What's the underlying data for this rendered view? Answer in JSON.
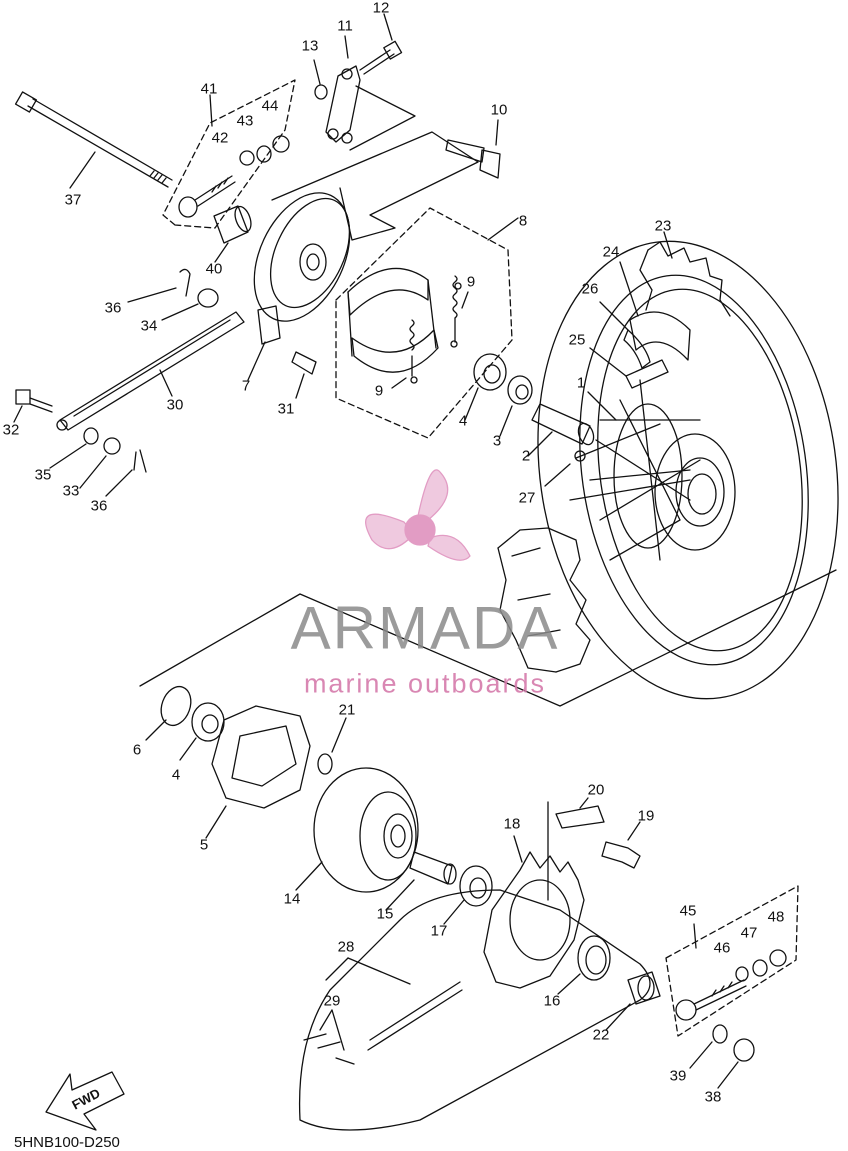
{
  "diagram": {
    "watermark": {
      "title": "ARMADA",
      "subtitle": "marine outboards",
      "logo_icon": "propeller-logo-icon",
      "logo_color": "#e29cc4"
    },
    "fwd_label": "FWD",
    "diagram_code": "5HNB100-D250",
    "callouts": [
      {
        "id": "c1",
        "text": "1"
      },
      {
        "id": "c2",
        "text": "2"
      },
      {
        "id": "c3",
        "text": "3"
      },
      {
        "id": "c4a",
        "text": "4"
      },
      {
        "id": "c4b",
        "text": "4"
      },
      {
        "id": "c5",
        "text": "5"
      },
      {
        "id": "c6",
        "text": "6"
      },
      {
        "id": "c7",
        "text": "7"
      },
      {
        "id": "c8",
        "text": "8"
      },
      {
        "id": "c9a",
        "text": "9"
      },
      {
        "id": "c9b",
        "text": "9"
      },
      {
        "id": "c10",
        "text": "10"
      },
      {
        "id": "c11",
        "text": "11"
      },
      {
        "id": "c12",
        "text": "12"
      },
      {
        "id": "c13",
        "text": "13"
      },
      {
        "id": "c14",
        "text": "14"
      },
      {
        "id": "c15",
        "text": "15"
      },
      {
        "id": "c16",
        "text": "16"
      },
      {
        "id": "c17",
        "text": "17"
      },
      {
        "id": "c18",
        "text": "18"
      },
      {
        "id": "c19",
        "text": "19"
      },
      {
        "id": "c20",
        "text": "20"
      },
      {
        "id": "c21",
        "text": "21"
      },
      {
        "id": "c22",
        "text": "22"
      },
      {
        "id": "c23",
        "text": "23"
      },
      {
        "id": "c24",
        "text": "24"
      },
      {
        "id": "c25",
        "text": "25"
      },
      {
        "id": "c26",
        "text": "26"
      },
      {
        "id": "c27",
        "text": "27"
      },
      {
        "id": "c28",
        "text": "28"
      },
      {
        "id": "c29",
        "text": "29"
      },
      {
        "id": "c30",
        "text": "30"
      },
      {
        "id": "c31",
        "text": "31"
      },
      {
        "id": "c32",
        "text": "32"
      },
      {
        "id": "c33",
        "text": "33"
      },
      {
        "id": "c34",
        "text": "34"
      },
      {
        "id": "c35",
        "text": "35"
      },
      {
        "id": "c36a",
        "text": "36"
      },
      {
        "id": "c36b",
        "text": "36"
      },
      {
        "id": "c37",
        "text": "37"
      },
      {
        "id": "c38",
        "text": "38"
      },
      {
        "id": "c39",
        "text": "39"
      },
      {
        "id": "c40",
        "text": "40"
      },
      {
        "id": "c41",
        "text": "41"
      },
      {
        "id": "c42",
        "text": "42"
      },
      {
        "id": "c43",
        "text": "43"
      },
      {
        "id": "c44",
        "text": "44"
      },
      {
        "id": "c45",
        "text": "45"
      },
      {
        "id": "c46",
        "text": "46"
      },
      {
        "id": "c47",
        "text": "47"
      },
      {
        "id": "c48",
        "text": "48"
      }
    ]
  }
}
